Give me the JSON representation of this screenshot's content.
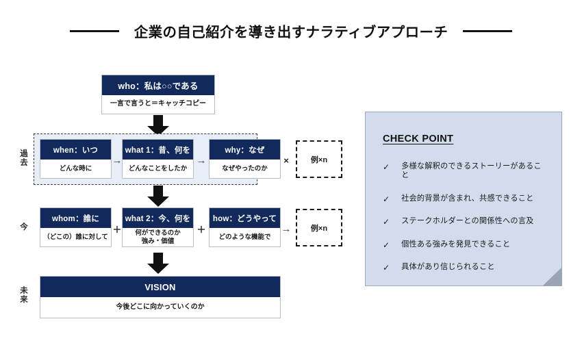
{
  "slide": {
    "title": "企業の自己紹介を導き出すナラティブアプローチ"
  },
  "eras": {
    "past": "過去",
    "now": "今",
    "future": "未来"
  },
  "top_box": {
    "head": "who：私は○○である",
    "body": "一言で言うと＝キャッチコピー"
  },
  "row_past": {
    "cards": [
      {
        "head": "when：いつ",
        "body": "どんな時に"
      },
      {
        "head": "what 1：昔、何を",
        "body": "どんなことをしたか"
      },
      {
        "head": "why：なぜ",
        "body": "なぜやったのか"
      }
    ],
    "connectors": [
      "→",
      "→",
      "×"
    ],
    "example": "例×n"
  },
  "row_now": {
    "cards": [
      {
        "head": "whom：誰に",
        "body": "（どこの）誰に対して"
      },
      {
        "head": "what 2：今、何を",
        "body": "何ができるのか\n強み・価値"
      },
      {
        "head": "how：どうやって",
        "body": "どのような機能で"
      }
    ],
    "connectors": [
      "＋",
      "＋",
      "→"
    ],
    "example": "例×n"
  },
  "vision": {
    "head": "VISION",
    "body": "今後どこに向かっていくのか"
  },
  "checkpoint": {
    "title": "CHECK POINT",
    "check_glyph": "✓",
    "items": [
      "多様な解釈のできるストーリーがあること",
      "社会的背景が含まれ、共感できること",
      "ステークホルダーとの関係性への言及",
      "個性ある強みを発見できること",
      "具体があり信じられること"
    ]
  },
  "colors": {
    "navy": "#12295c",
    "panel_bg": "#d3dced",
    "panel_border": "#9aa7bd",
    "row_wrapper_bg": "#e8eef7",
    "text": "#1a1a1a"
  }
}
